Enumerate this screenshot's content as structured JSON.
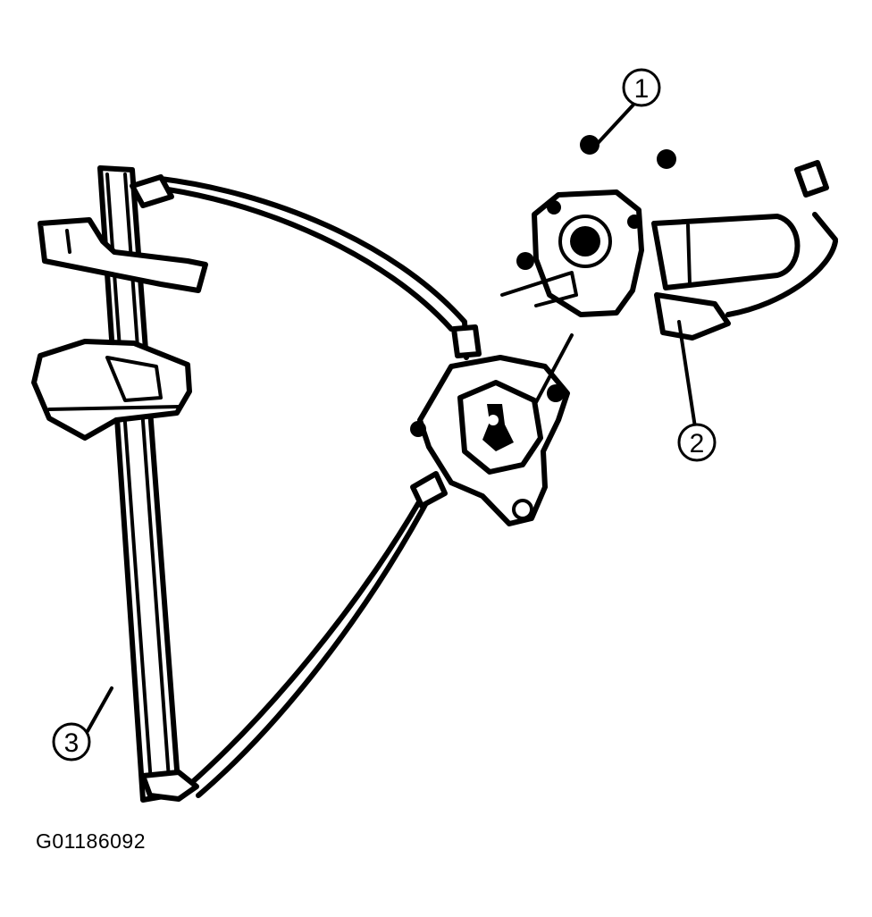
{
  "callouts": [
    {
      "id": "callout-1",
      "label": "1"
    },
    {
      "id": "callout-2",
      "label": "2"
    },
    {
      "id": "callout-3",
      "label": "3"
    }
  ],
  "figure_id": "G01186092"
}
